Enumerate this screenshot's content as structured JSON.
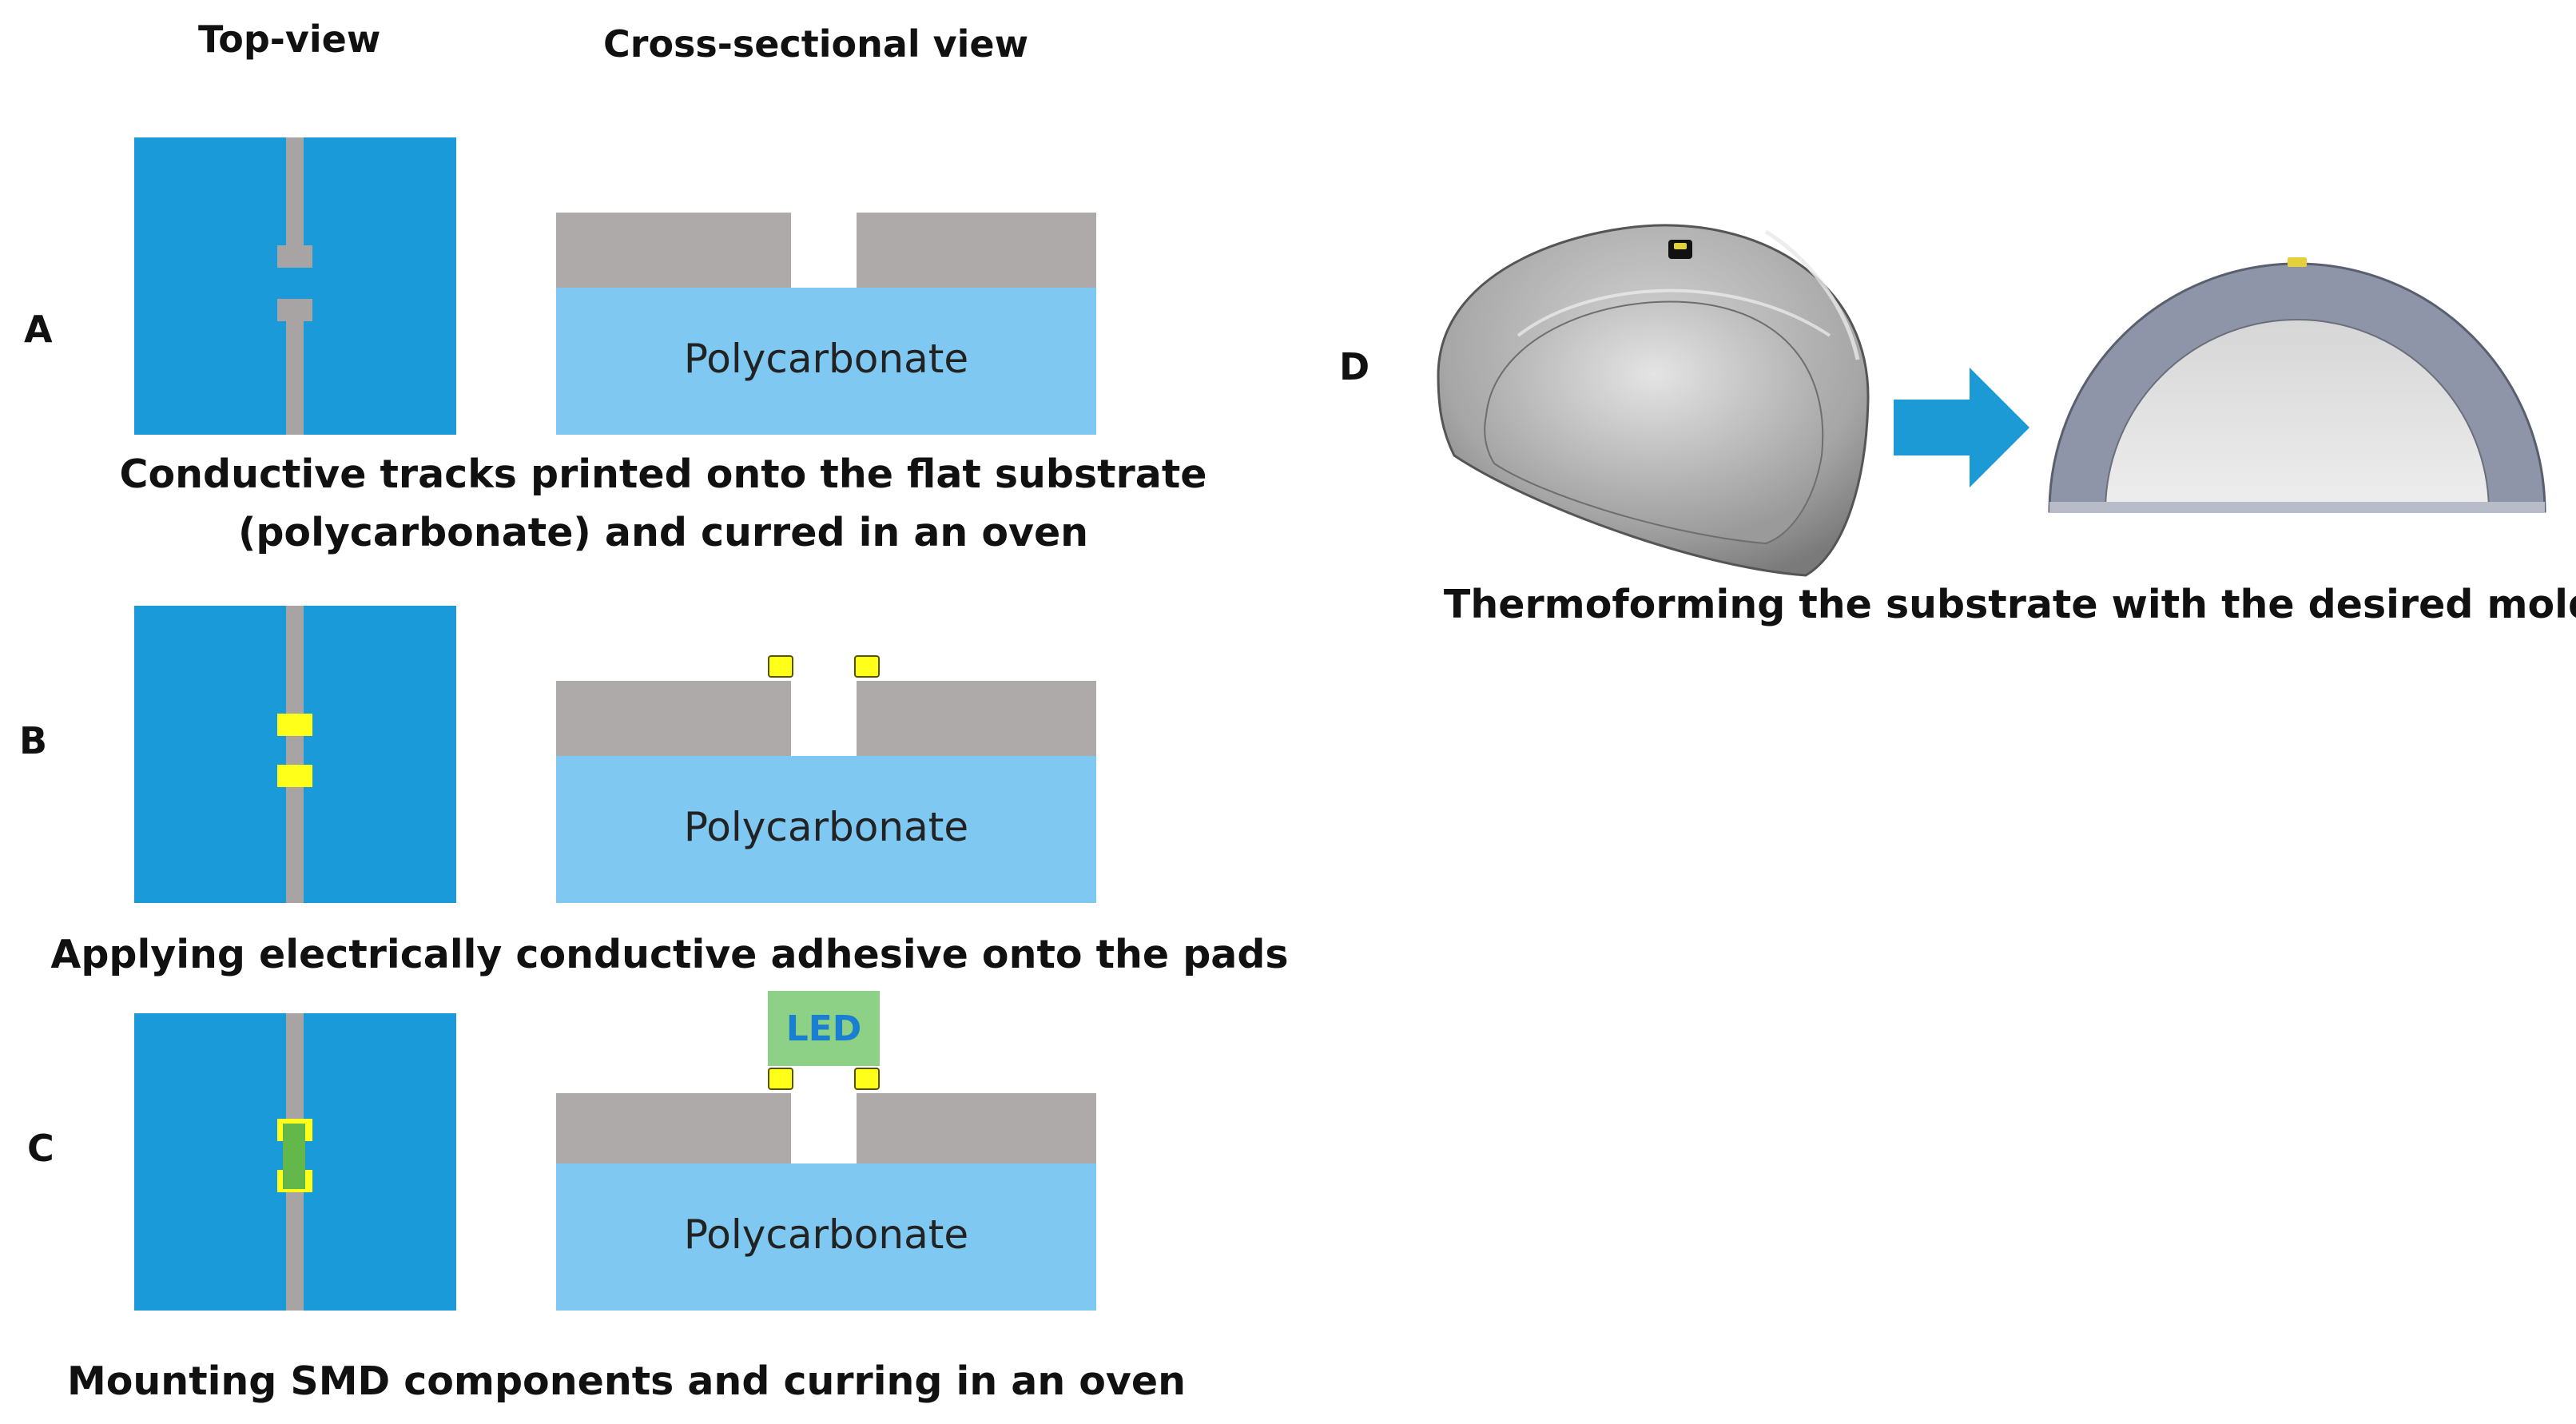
{
  "headers": {
    "top_view": "Top-view",
    "cross_section": "Cross-sectional view"
  },
  "rows": [
    {
      "letter": "A",
      "substrate_label": "Polycarbonate",
      "caption_line1": "Conductive tracks printed onto the flat substrate",
      "caption_line2": "(polycarbonate) and curred in an oven"
    },
    {
      "letter": "B",
      "substrate_label": "Polycarbonate",
      "caption_line1": "Applying electrically conductive adhesive onto the pads"
    },
    {
      "letter": "C",
      "substrate_label": "Polycarbonate",
      "component_label": "LED",
      "caption_line1": "Mounting SMD components and curring in an oven"
    }
  ],
  "panel_d": {
    "letter": "D",
    "caption": "Thermoforming the substrate with the desired mold"
  },
  "colors": {
    "top_view_blue": "#1a9ad8",
    "conductive_track": "#aeaaa9",
    "polycarbonate": "#7ec8f1",
    "adhesive_pad": "#ffff1a",
    "led": "#8cd186",
    "arrow": "#1b9ad6",
    "dome_shell": "#8e95a8"
  }
}
